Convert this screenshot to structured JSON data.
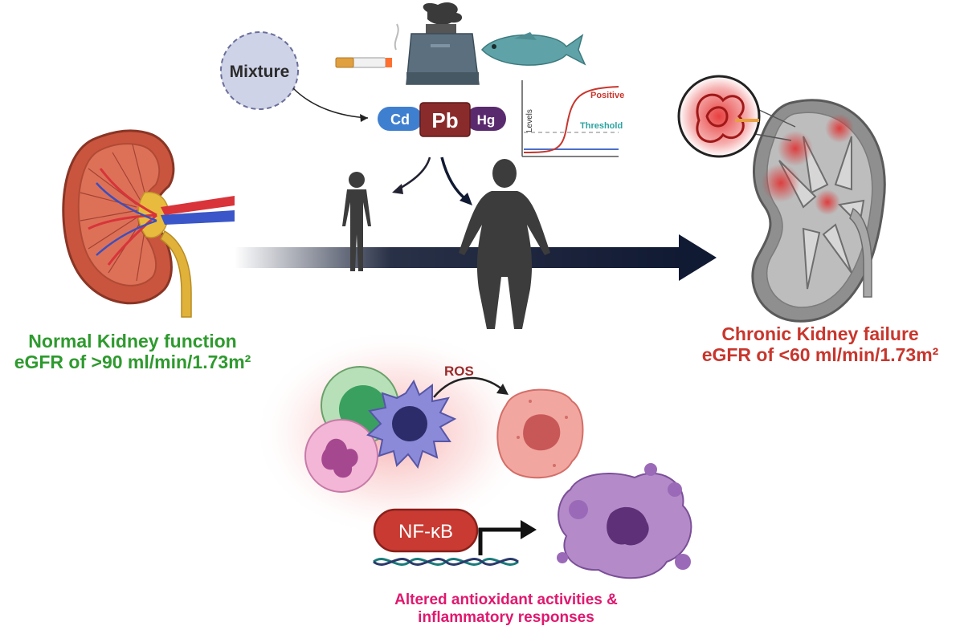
{
  "labels": {
    "mixture": "Mixture",
    "cd": "Cd",
    "pb": "Pb",
    "hg": "Hg",
    "levels": "Levels",
    "positive": "Positive",
    "threshold": "Threshold",
    "ros": "ROS",
    "nfkb": "NF-κB",
    "normal_line1": "Normal Kidney function",
    "normal_line2": "eGFR of >90 ml/min/1.73m²",
    "failure_line1": "Chronic Kidney failure",
    "failure_line2": "eGFR of <60 ml/min/1.73m²",
    "altered_line1": "Altered antioxidant activities &",
    "altered_line2": "inflammatory responses"
  },
  "colors": {
    "normal": "#2e9a2e",
    "failure": "#c8362d",
    "altered": "#e0186e",
    "pb_box": "#8a2b2b",
    "cd_pill": "#3f7fd0",
    "hg_pill": "#5a2a6e",
    "arrow_dark": "#111a33"
  }
}
